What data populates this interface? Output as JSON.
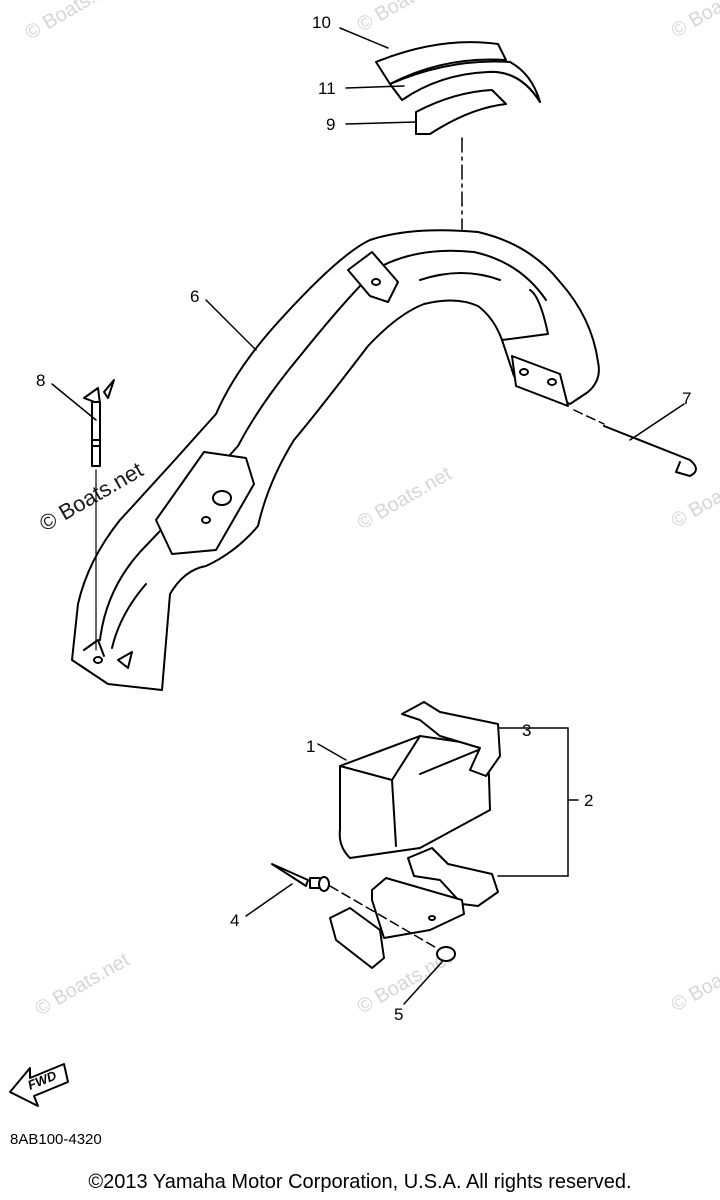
{
  "callouts": [
    "10",
    "11",
    "9",
    "6",
    "8",
    "7",
    "1",
    "3",
    "2",
    "4",
    "5"
  ],
  "watermarks": {
    "small": "© Boats.net",
    "large": "© Boats.net"
  },
  "fwd_label": "FWD",
  "part_code": "8AB100-4320",
  "copyright": "©2013 Yamaha Motor Corporation, U.S.A. All rights reserved."
}
